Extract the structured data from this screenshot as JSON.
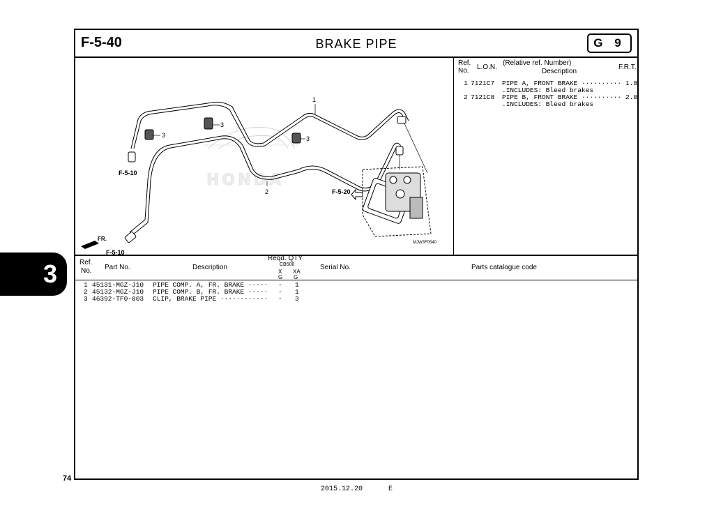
{
  "header": {
    "section_code": "F-5-40",
    "title": "BRAKE PIPE",
    "badge": "G 9"
  },
  "diagram": {
    "callouts": [
      "1",
      "2",
      "3",
      "3",
      "3"
    ],
    "refs": [
      "F-5-10",
      "F-5-10",
      "F-5-20"
    ],
    "fr_label": "FR.",
    "watermark": "HONDA",
    "image_code": "MJW3F0540"
  },
  "lon_table": {
    "col_ref": "Ref.",
    "col_no": "No.",
    "col_lon": "L.O.N.",
    "col_desc_top": "(Relative ref. Number)",
    "col_desc": "Description",
    "col_frt": "F.R.T.",
    "rows": [
      {
        "ref": "1",
        "lon": "7121C7",
        "desc": "PIPE A, FRONT BRAKE ··········",
        "frt": "1.8",
        "sub": ".INCLUDES: Bleed brakes"
      },
      {
        "ref": "2",
        "lon": "7121C8",
        "desc": "PIPE B, FRONT BRAKE ··········",
        "frt": "2.0",
        "sub": ".INCLUDES: Bleed brakes"
      }
    ]
  },
  "parts_table": {
    "col_ref": "Ref.",
    "col_no": "No.",
    "col_part": "Part No.",
    "col_desc": "Description",
    "col_qty": "Reqd. QTY",
    "col_model": "CB500",
    "col_x": "X",
    "col_xa": "XA",
    "col_g1": "G",
    "col_g2": "G",
    "col_serial": "Serial No.",
    "col_catalogue": "Parts catalogue code",
    "rows": [
      {
        "ref": "1",
        "part": "45131-MGZ-J10",
        "desc": "PIPE COMP. A, FR. BRAKE ·····",
        "x": "-",
        "xa": "1"
      },
      {
        "ref": "2",
        "part": "45132-MGZ-J10",
        "desc": "PIPE COMP. B, FR. BRAKE ·····",
        "x": "-",
        "xa": "1"
      },
      {
        "ref": "3",
        "part": "46392-TF0-003",
        "desc": "CLIP, BRAKE PIPE ············",
        "x": "-",
        "xa": "3"
      }
    ]
  },
  "side_tab": "3",
  "page_number": "74",
  "date": "2015.12.20",
  "edition": "E"
}
